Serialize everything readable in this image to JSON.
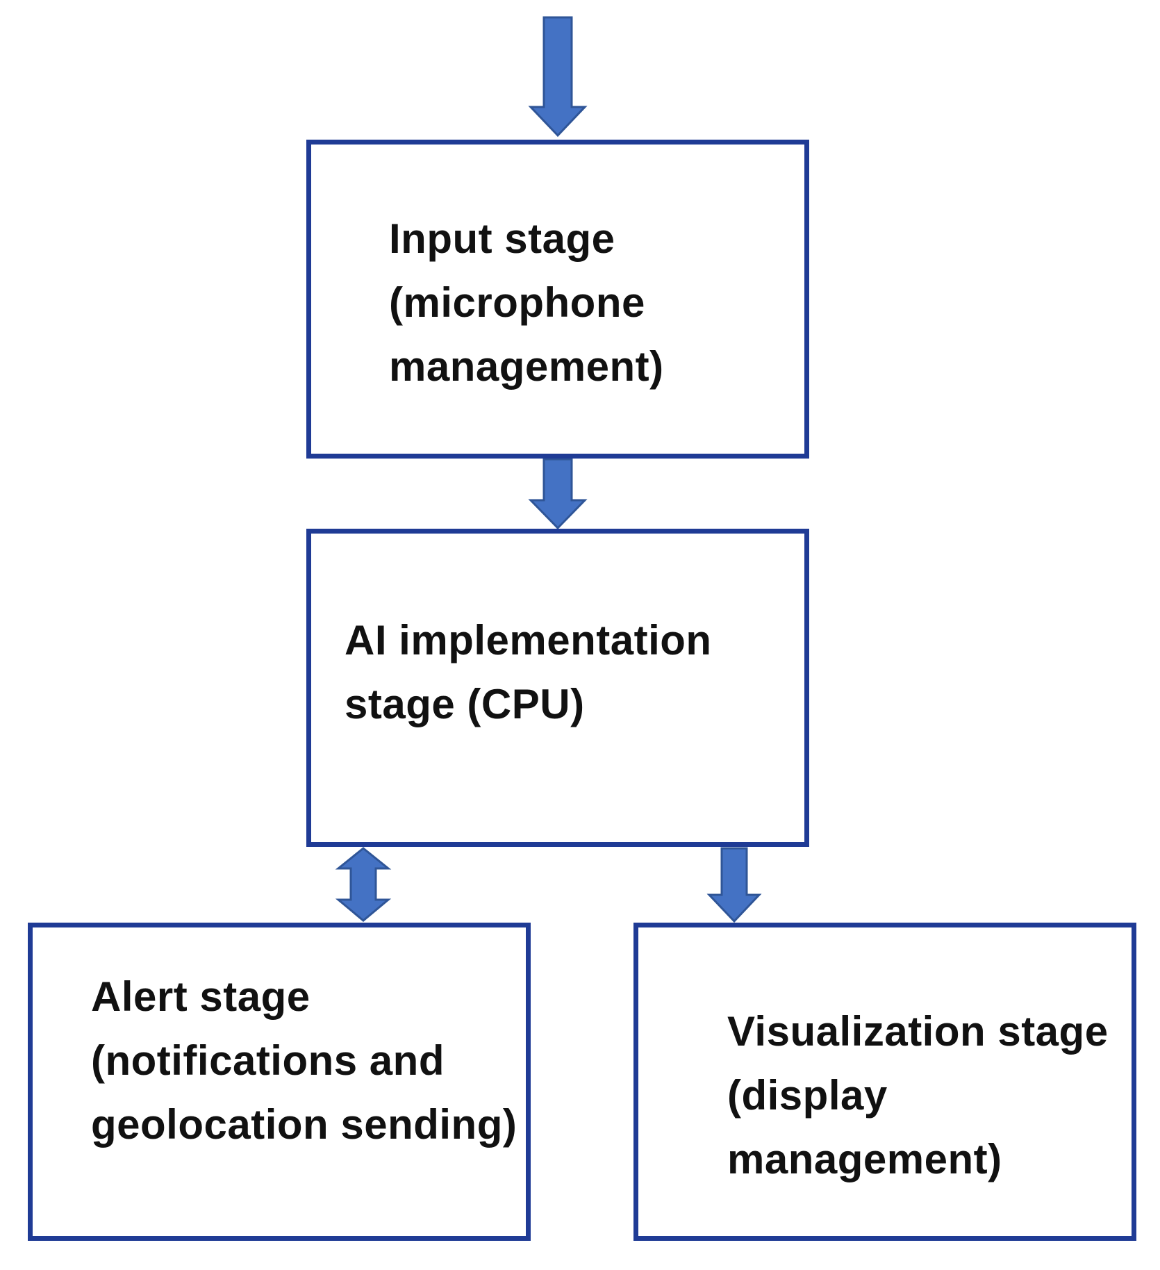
{
  "diagram": {
    "stroke_color": "#1f3b95",
    "arrow_fill": "#4472c4",
    "arrow_stroke": "#2f5597",
    "nodes": [
      {
        "id": "input",
        "label": "Input stage (microphone management)"
      },
      {
        "id": "ai",
        "label": "AI implementation stage (CPU)"
      },
      {
        "id": "alert",
        "label": "Alert stage (notifications and geolocation sending)"
      },
      {
        "id": "visualization",
        "label": "Visualization stage (display management)"
      }
    ],
    "edges": [
      {
        "from": "external",
        "to": "input",
        "direction": "one-way"
      },
      {
        "from": "input",
        "to": "ai",
        "direction": "one-way"
      },
      {
        "from": "ai",
        "to": "alert",
        "direction": "two-way"
      },
      {
        "from": "ai",
        "to": "visualization",
        "direction": "one-way"
      }
    ]
  }
}
